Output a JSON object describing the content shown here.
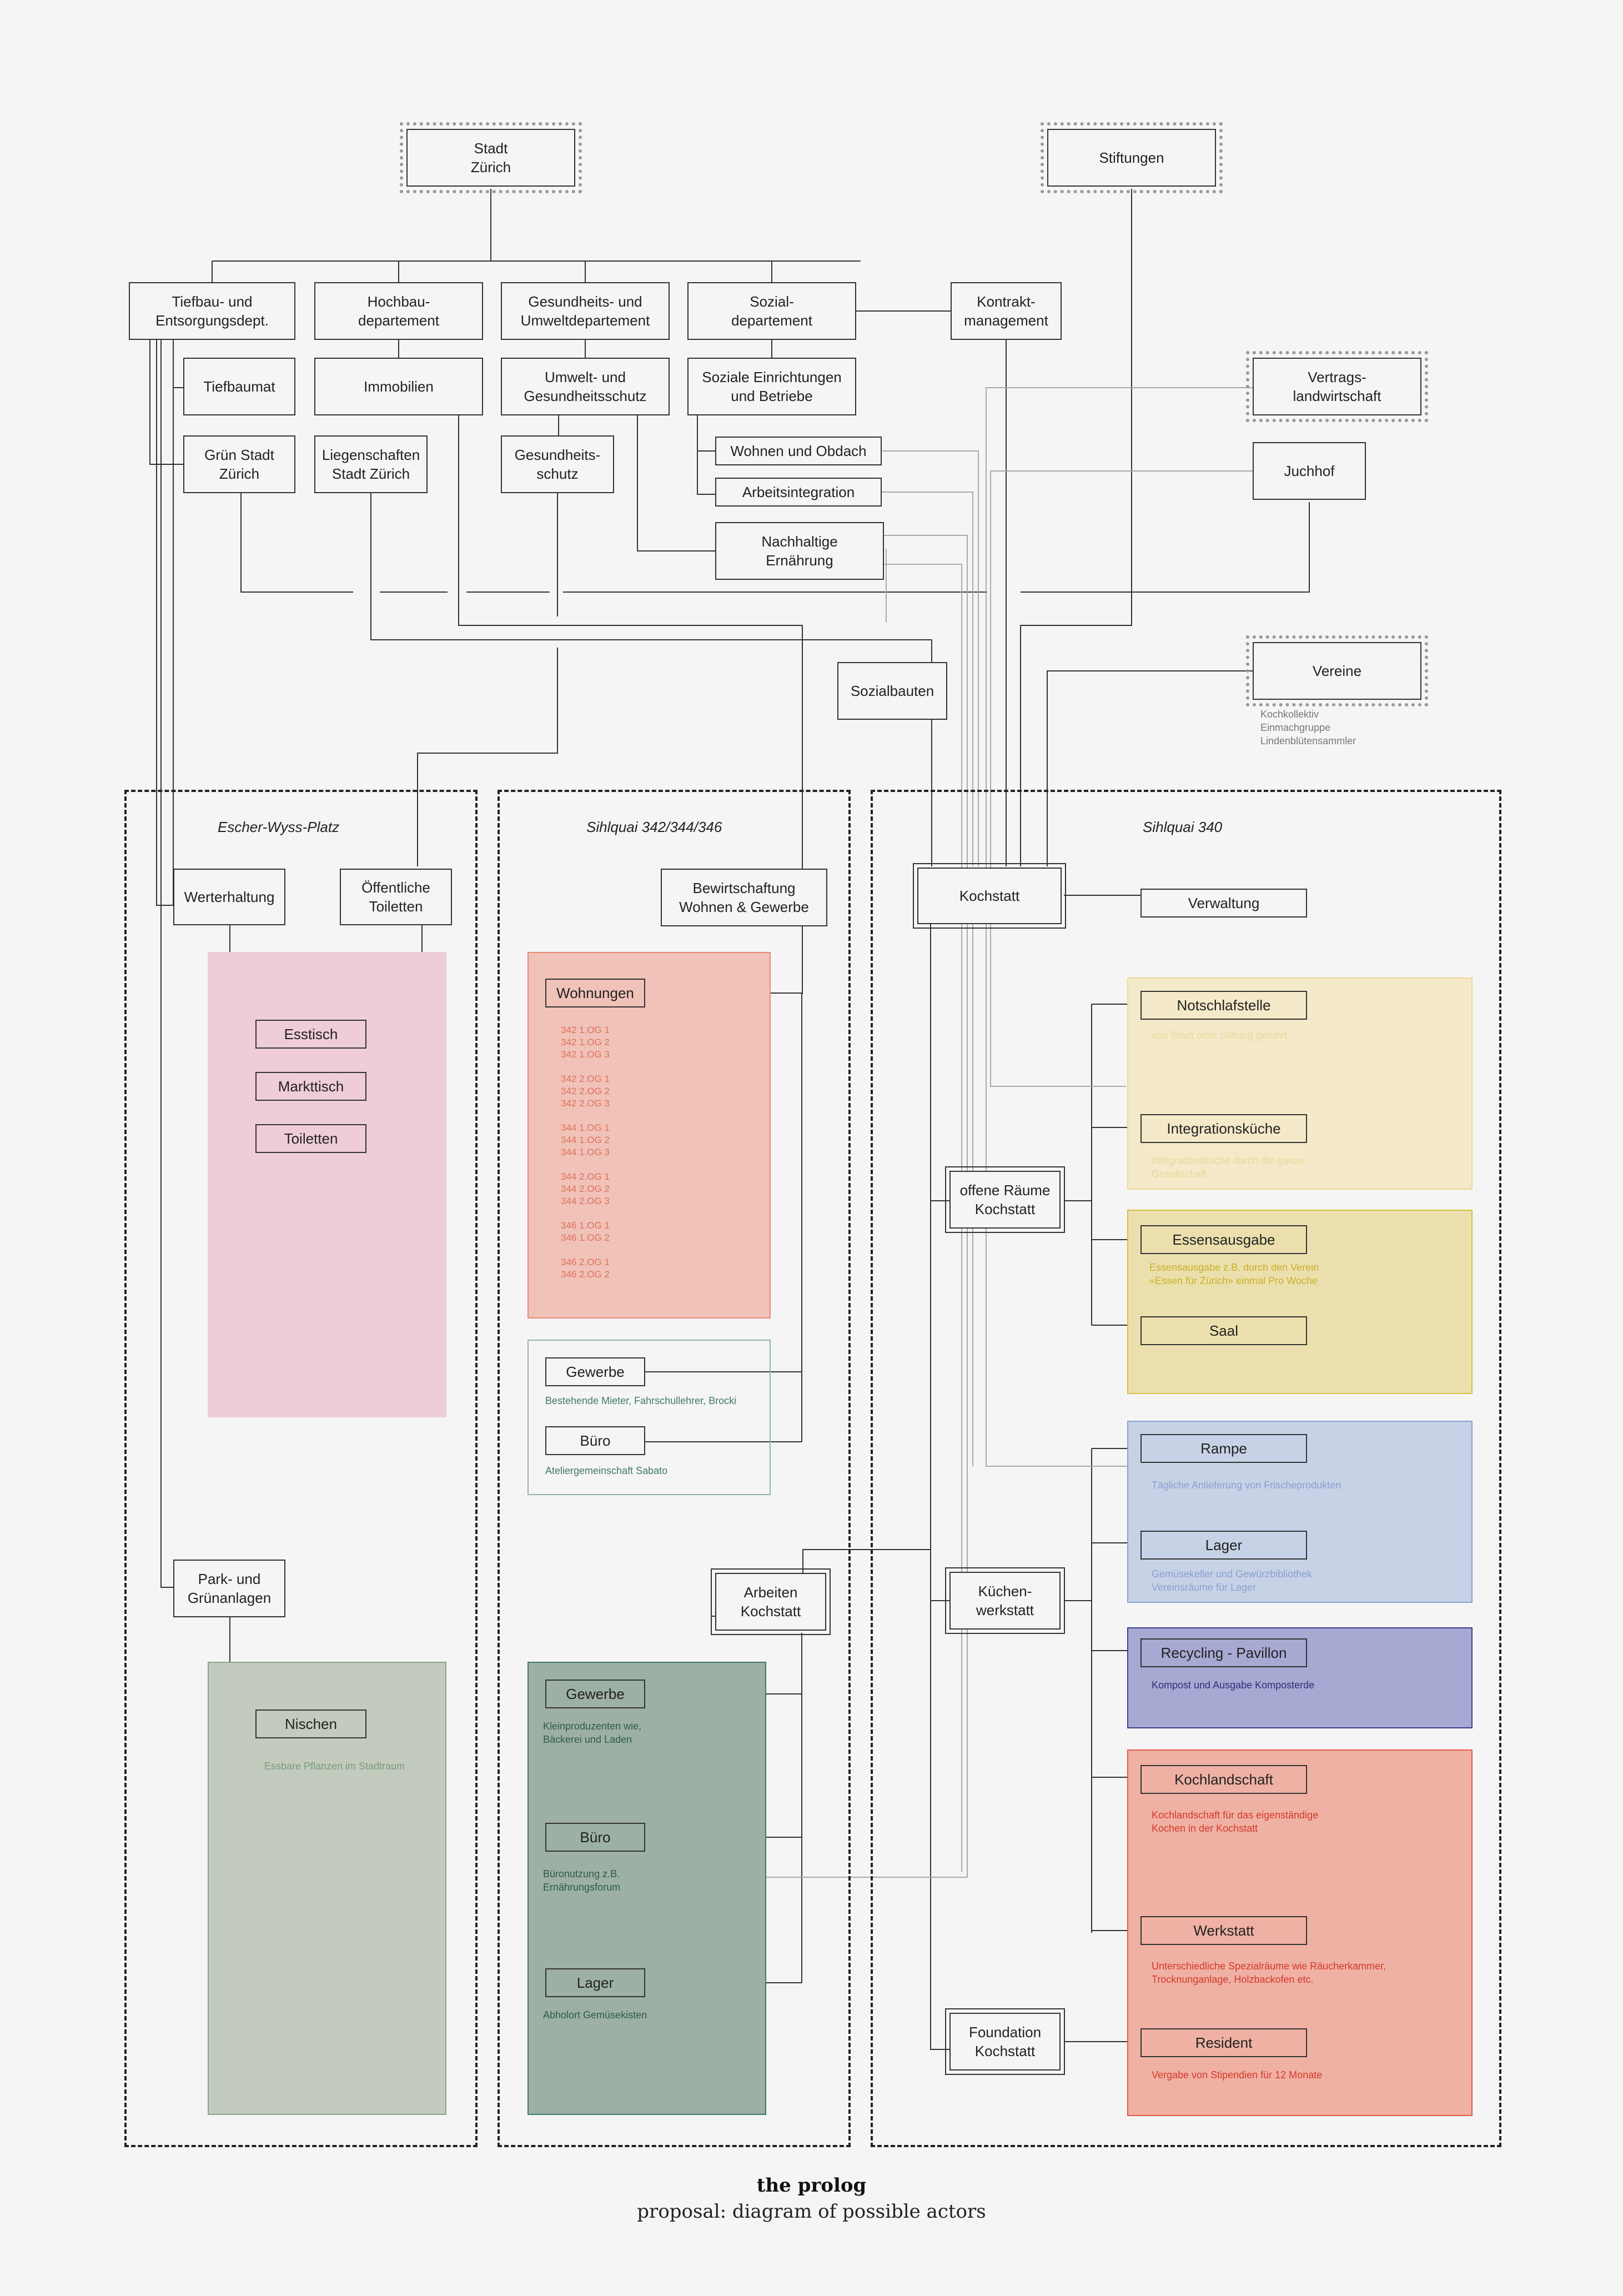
{
  "colors": {
    "pink": "#efcdd7",
    "salmon": "#f0c2b8",
    "sage": "#c2cbbd",
    "teal": "#9db0a4",
    "cream": "#f4e9c9",
    "ochre": "#ebe0ad",
    "periwinkle": "#c7d2e6",
    "violet": "#a7a9d3",
    "coral": "#efb1a4",
    "line_dark": "#333333",
    "line_light": "#aaaaaa"
  },
  "top": {
    "stadt": "Stadt\nZürich",
    "stiftungen": "Stiftungen",
    "tiefbau": "Tiefbau- und\nEntsorgungsdept.",
    "hochbau": "Hochbau-\ndepartement",
    "gesundheit": "Gesundheits- und\nUmweltdepartement",
    "sozial": "Sozial-\ndepartement",
    "kontrakt": "Kontrakt-\nmanagement",
    "tiefbauamt": "Tiefbaumat",
    "immobilien": "Immobilien",
    "umwelt": "Umwelt- und\nGesundheitsschutz",
    "soziale_einrichtungen": "Soziale Einrichtungen\nund Betriebe",
    "vertragslandwirtschaft": "Vertrags-\nlandwirtschaft",
    "gruen": "Grün Stadt\nZürich",
    "liegenschaften": "Liegenschaften\nStadt Zürich",
    "gesundheitsschutz": "Gesundheits-\nschutz",
    "wohnen_obdach": "Wohnen und Obdach",
    "arbeitsintegration": "Arbeitsintegration",
    "juchhof": "Juchhof",
    "nachhaltige": "Nachhaltige\nErnährung",
    "sozialbauten": "Sozialbauten",
    "vereine": "Vereine",
    "vereine_note": "Kochkollektiv\nEinmachgruppe\nLindenblütensammler"
  },
  "zones": {
    "escher": "Escher-Wyss-Platz",
    "sihlquai_342": "Sihlquai 342/344/346",
    "sihlquai_340": "Sihlquai 340"
  },
  "escher": {
    "werterhaltung": "Werterhaltung",
    "toiletten_oeff": "Öffentliche\nToiletten",
    "esstisch": "Esstisch",
    "markttisch": "Markttisch",
    "toiletten": "Toiletten",
    "park": "Park- und\nGrünanlagen",
    "nischen": "Nischen",
    "nischen_note": "Essbare Pflanzen im Stadtraum"
  },
  "sihlquai342": {
    "bewirtschaftung": "Bewirtschaftung\nWohnen & Gewerbe",
    "wohnungen": "Wohnungen",
    "units": "342 1.OG 1\n342 1.OG 2\n342 1.OG 3\n\n342 2.OG 1\n342 2.OG 2\n342 2.OG 3\n\n344 1.OG 1\n344 1.OG 2\n344 1.OG 3\n\n344 2.OG 1\n344 2.OG 2\n344 2.OG 3\n\n346 1.OG 1\n346 1.OG 2\n\n346 2.OG 1\n346 2.OG 2",
    "gewerbe": "Gewerbe",
    "gewerbe_note": "Bestehende Mieter, Fahrschullehrer, Brocki",
    "buero": "Büro",
    "buero_note": "Ateliergemeinschaft Sabato",
    "arbeiten": "Arbeiten\nKochstatt",
    "gewerbe2": "Gewerbe",
    "gewerbe2_note": "Kleinproduzenten wie,\nBäckerei und Laden",
    "buero2": "Büro",
    "buero2_note": "Büronutzung z.B.\nErnährungsforum",
    "lager": "Lager",
    "lager_note": "Abholort Gemüsekisten"
  },
  "sihlquai340": {
    "kochstatt": "Kochstatt",
    "verwaltung": "Verwaltung",
    "offene": "offene Räume\nKochstatt",
    "notschlafstelle": "Notschlafstelle",
    "notschlafstelle_note": "von Stadt oder Stiftung geführt",
    "integrationskueche": "Integrationsküche",
    "integrationskueche_note": "Integrationsküche durch die ganze\nGesellschaft",
    "essensausgabe": "Essensausgabe",
    "essensausgabe_note": "Essensausgabe z.B. durch den Verein\n«Essen für Zürich» einmal Pro Woche",
    "saal": "Saal",
    "kuechen": "Küchen-\nwerkstatt",
    "rampe": "Rampe",
    "rampe_note": "Tägliche Anlieferung von Frischeprodukten",
    "lager": "Lager",
    "lager_note": "Gemüsekeller und Gewürzbibliothek\nVereinsräume für Lager",
    "recycling": "Recycling - Pavillon",
    "recycling_note": "Kompost und Ausgabe Komposterde",
    "kochlandschaft": "Kochlandschaft",
    "kochlandschaft_note": "Kochlandschaft für das eigenständige\nKochen in der Kochstatt",
    "werkstatt": "Werkstatt",
    "werkstatt_note": "Unterschiedliche Spezialräume wie Räucherkammer,\nTrocknunganlage, Holzbackofen etc.",
    "foundation": "Foundation\nKochstatt",
    "resident": "Resident",
    "resident_note": "Vergabe von Stipendien für 12 Monate"
  },
  "footer": {
    "title": "the prolog",
    "subtitle": "proposal: diagram of possible actors"
  }
}
